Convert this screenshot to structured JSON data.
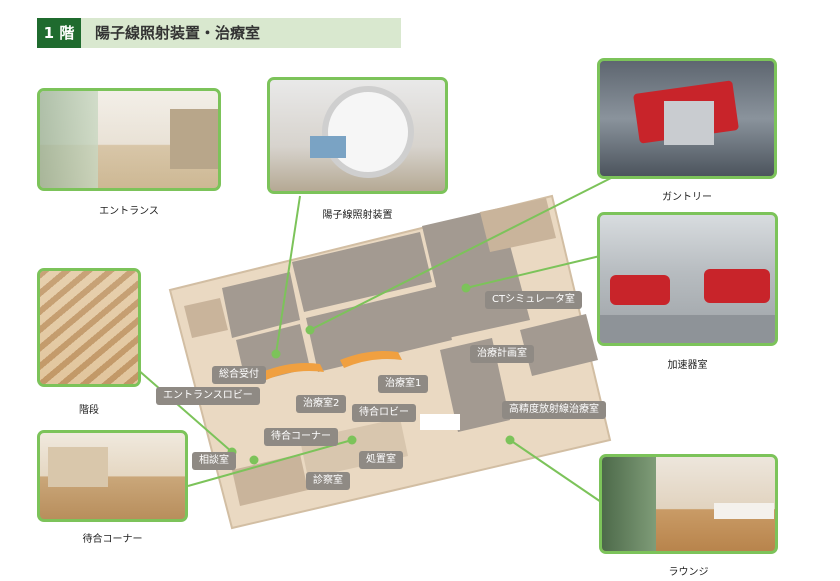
{
  "header": {
    "floor": "1 階",
    "title": "陽子線照射装置・治療室"
  },
  "photos": [
    {
      "key": "entrance",
      "caption": "エントランス"
    },
    {
      "key": "irradiation",
      "caption": "陽子線照射装置"
    },
    {
      "key": "gantry",
      "caption": "ガントリー"
    },
    {
      "key": "accelerator",
      "caption": "加速器室"
    },
    {
      "key": "stairs",
      "caption": "階段"
    },
    {
      "key": "waiting",
      "caption": "待合コーナー"
    },
    {
      "key": "lounge",
      "caption": "ラウンジ"
    }
  ],
  "map_labels": [
    "CTシミュレータ室",
    "治療計画室",
    "総合受付",
    "エントランスロビー",
    "治療室1",
    "治療室2",
    "待合ロビー",
    "高精度放射線治療室",
    "待合コーナー",
    "相談室",
    "処置室",
    "診察室"
  ],
  "colors": {
    "accent": "#7cc35a",
    "badge": "#1f6b2e",
    "header_bg": "#d9e8cf",
    "room": "#a09890",
    "floor": "#e8d8c4"
  }
}
